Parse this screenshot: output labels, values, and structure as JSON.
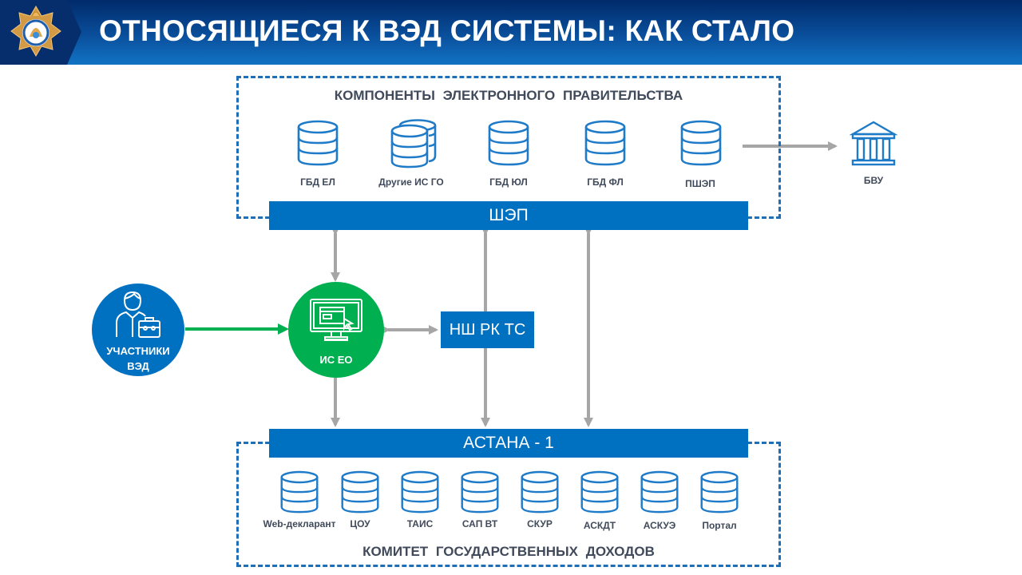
{
  "header": {
    "title": "ОТНОСЯЩИЕСЯ К ВЭД СИСТЕМЫ: КАК СТАЛО",
    "logo_icon": "emblem-icon"
  },
  "colors": {
    "primary_blue": "#0070c0",
    "green": "#00b050",
    "arrow_gray": "#a6a6a6",
    "text_gray": "#404a5a"
  },
  "egov": {
    "title": "КОМПОНЕНТЫ  ЭЛЕКТРОННОГО  ПРАВИТЕЛЬСТВА",
    "bus_label": "ШЭП",
    "components": [
      {
        "label": "ГБД ЕЛ",
        "icon": "database-icon"
      },
      {
        "label": "Другие ИС ГО",
        "icon": "databases-icon"
      },
      {
        "label": "ГБД ЮЛ",
        "icon": "database-icon"
      },
      {
        "label": "ГБД ФЛ",
        "icon": "database-icon"
      },
      {
        "label": "ПШЭП",
        "icon": "database-icon"
      }
    ]
  },
  "external": {
    "bank_label": "БВУ",
    "bank_icon": "bank-building-icon"
  },
  "participants": {
    "label_line1": "УЧАСТНИКИ",
    "label_line2": "ВЭД",
    "icon": "businessman-icon"
  },
  "is_eo": {
    "label": "ИС ЕО",
    "icon": "computer-monitor-icon"
  },
  "nsh": {
    "label": "НШ РК ТС"
  },
  "kgd": {
    "title": "КОМИТЕТ  ГОСУДАРСТВЕННЫХ  ДОХОДОВ",
    "bus_label": "АСТАНА - 1",
    "systems": [
      {
        "label": "Web-декларант",
        "icon": "database-icon"
      },
      {
        "label": "ЦОУ",
        "icon": "database-icon"
      },
      {
        "label": "ТАИС",
        "icon": "database-icon"
      },
      {
        "label": "САП ВТ",
        "icon": "database-icon"
      },
      {
        "label": "СКУР",
        "icon": "database-icon"
      },
      {
        "label": "АСКДТ",
        "icon": "database-icon"
      },
      {
        "label": "АСКУЭ",
        "icon": "database-icon"
      },
      {
        "label": "Портал",
        "icon": "database-icon"
      }
    ]
  }
}
